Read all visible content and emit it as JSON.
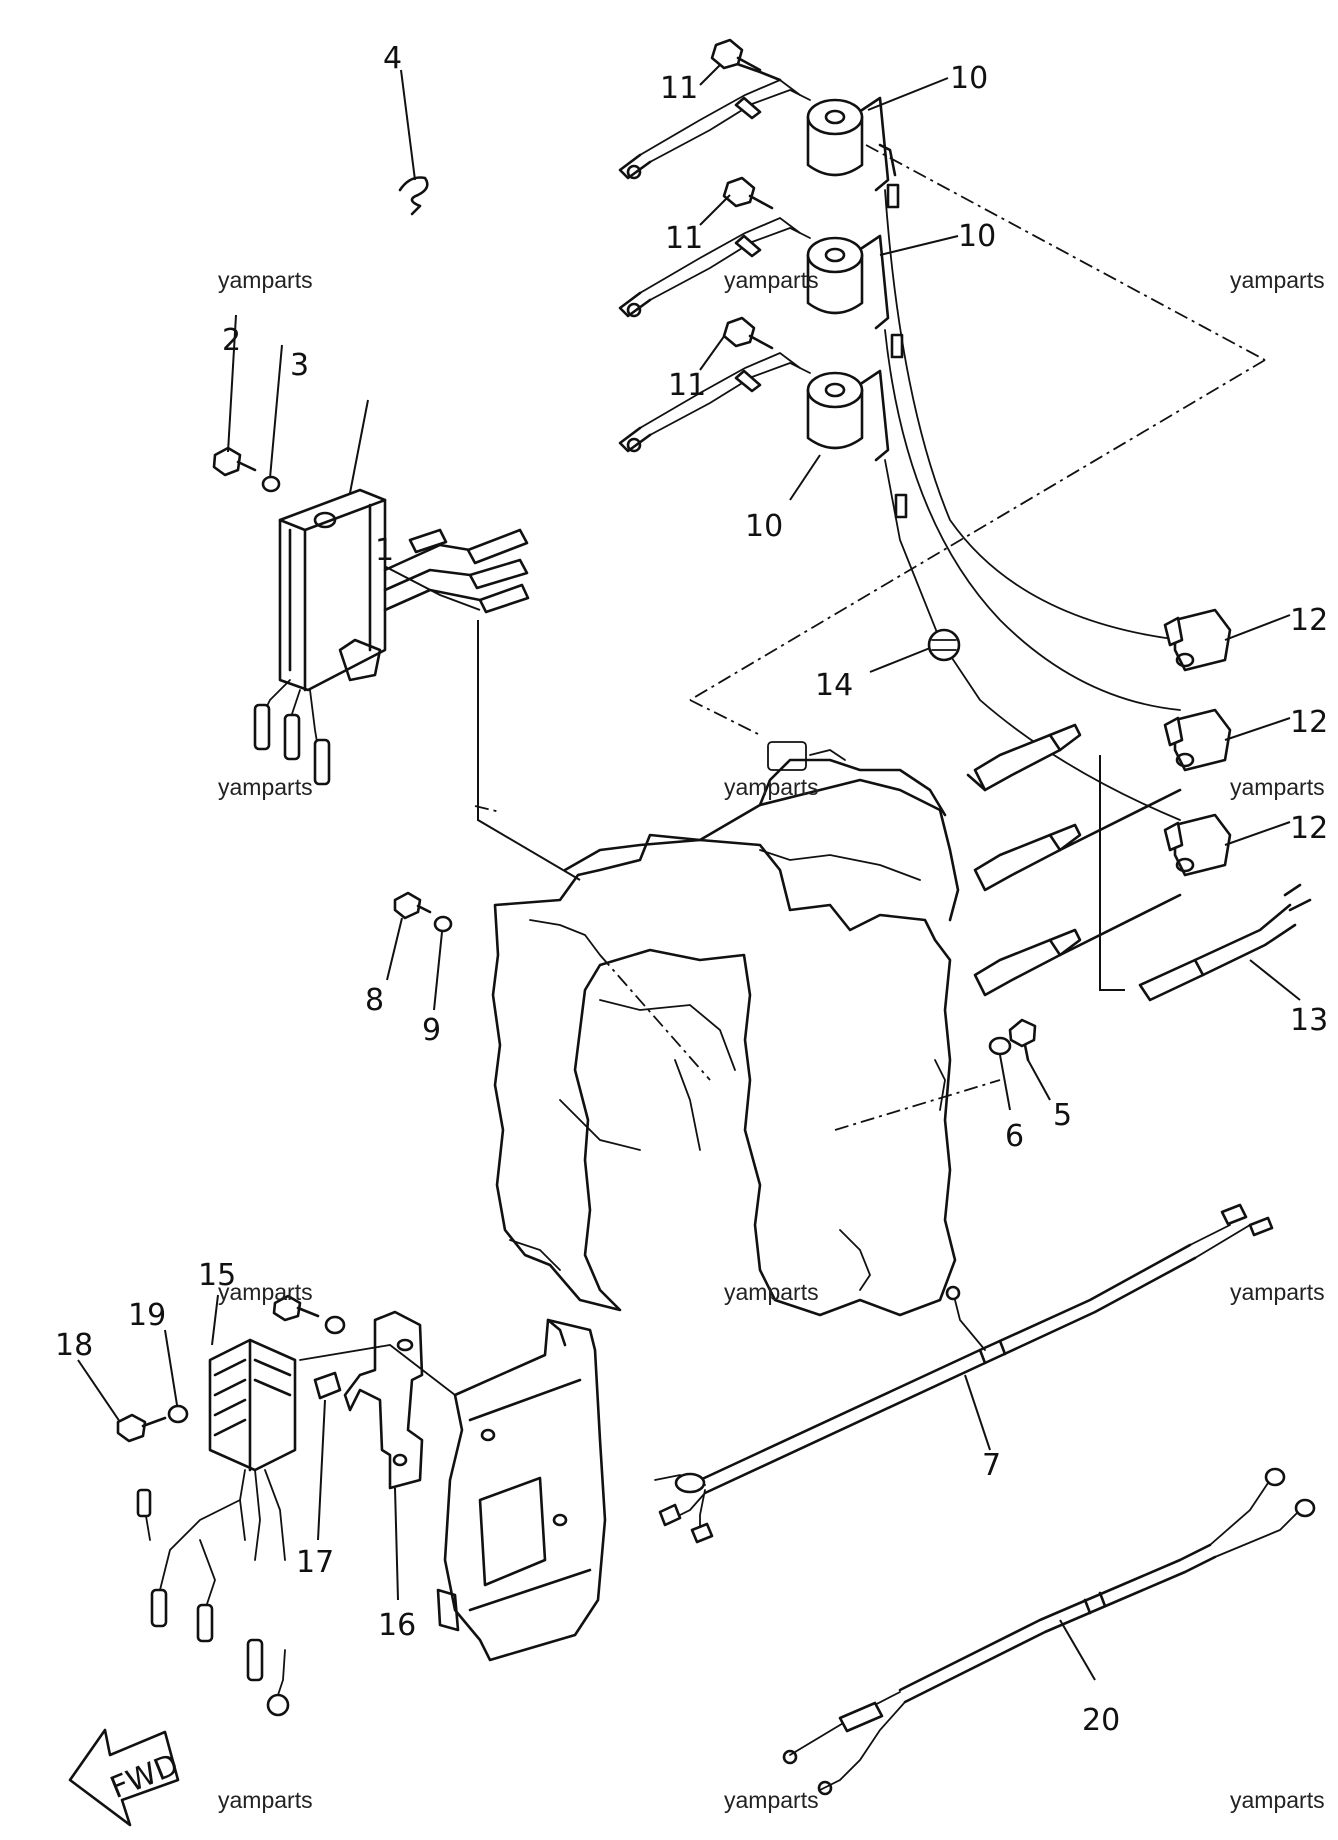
{
  "diagram": {
    "callouts": [
      "1",
      "2",
      "3",
      "4",
      "5",
      "6",
      "7",
      "8",
      "9",
      "10",
      "10",
      "10",
      "11",
      "11",
      "11",
      "12",
      "12",
      "12",
      "13",
      "14",
      "15",
      "16",
      "17",
      "18",
      "19",
      "20"
    ],
    "watermark": "yamparts",
    "fwd_label": "FWD"
  }
}
